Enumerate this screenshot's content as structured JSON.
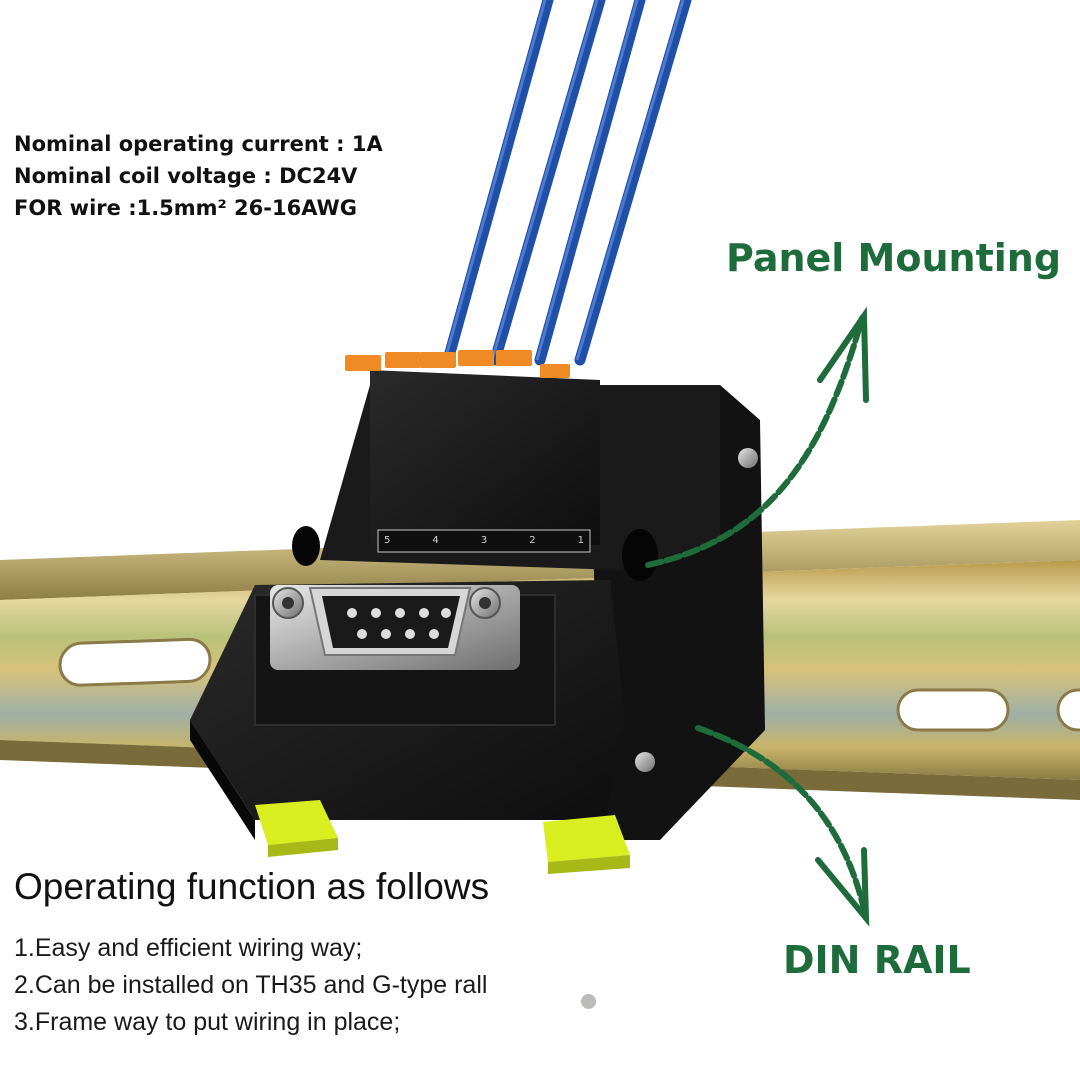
{
  "specs": [
    "Nominal operating current : 1A",
    "Nominal coil voltage : DC24V",
    "FOR wire :1.5mm² 26-16AWG"
  ],
  "callouts": {
    "panel_mounting": "Panel Mounting",
    "din_rail": "DIN RAIL"
  },
  "function_section": {
    "title": "Operating function as follows",
    "items": [
      "1.Easy and efficient wiring way;",
      "2.Can be installed on TH35 and G-type rall",
      "3.Frame way to put wiring in place;"
    ]
  },
  "terminal_numbers": [
    "5",
    "4",
    "3",
    "2",
    "1"
  ],
  "colors": {
    "wire": "#1f4fa8",
    "housing": "#1b1b1b",
    "terminal_orange": "#f08a24",
    "foot_yellow": "#d8ee1e",
    "callout_green": "#1e6b3c",
    "rail_gold": "#c9b45a"
  }
}
